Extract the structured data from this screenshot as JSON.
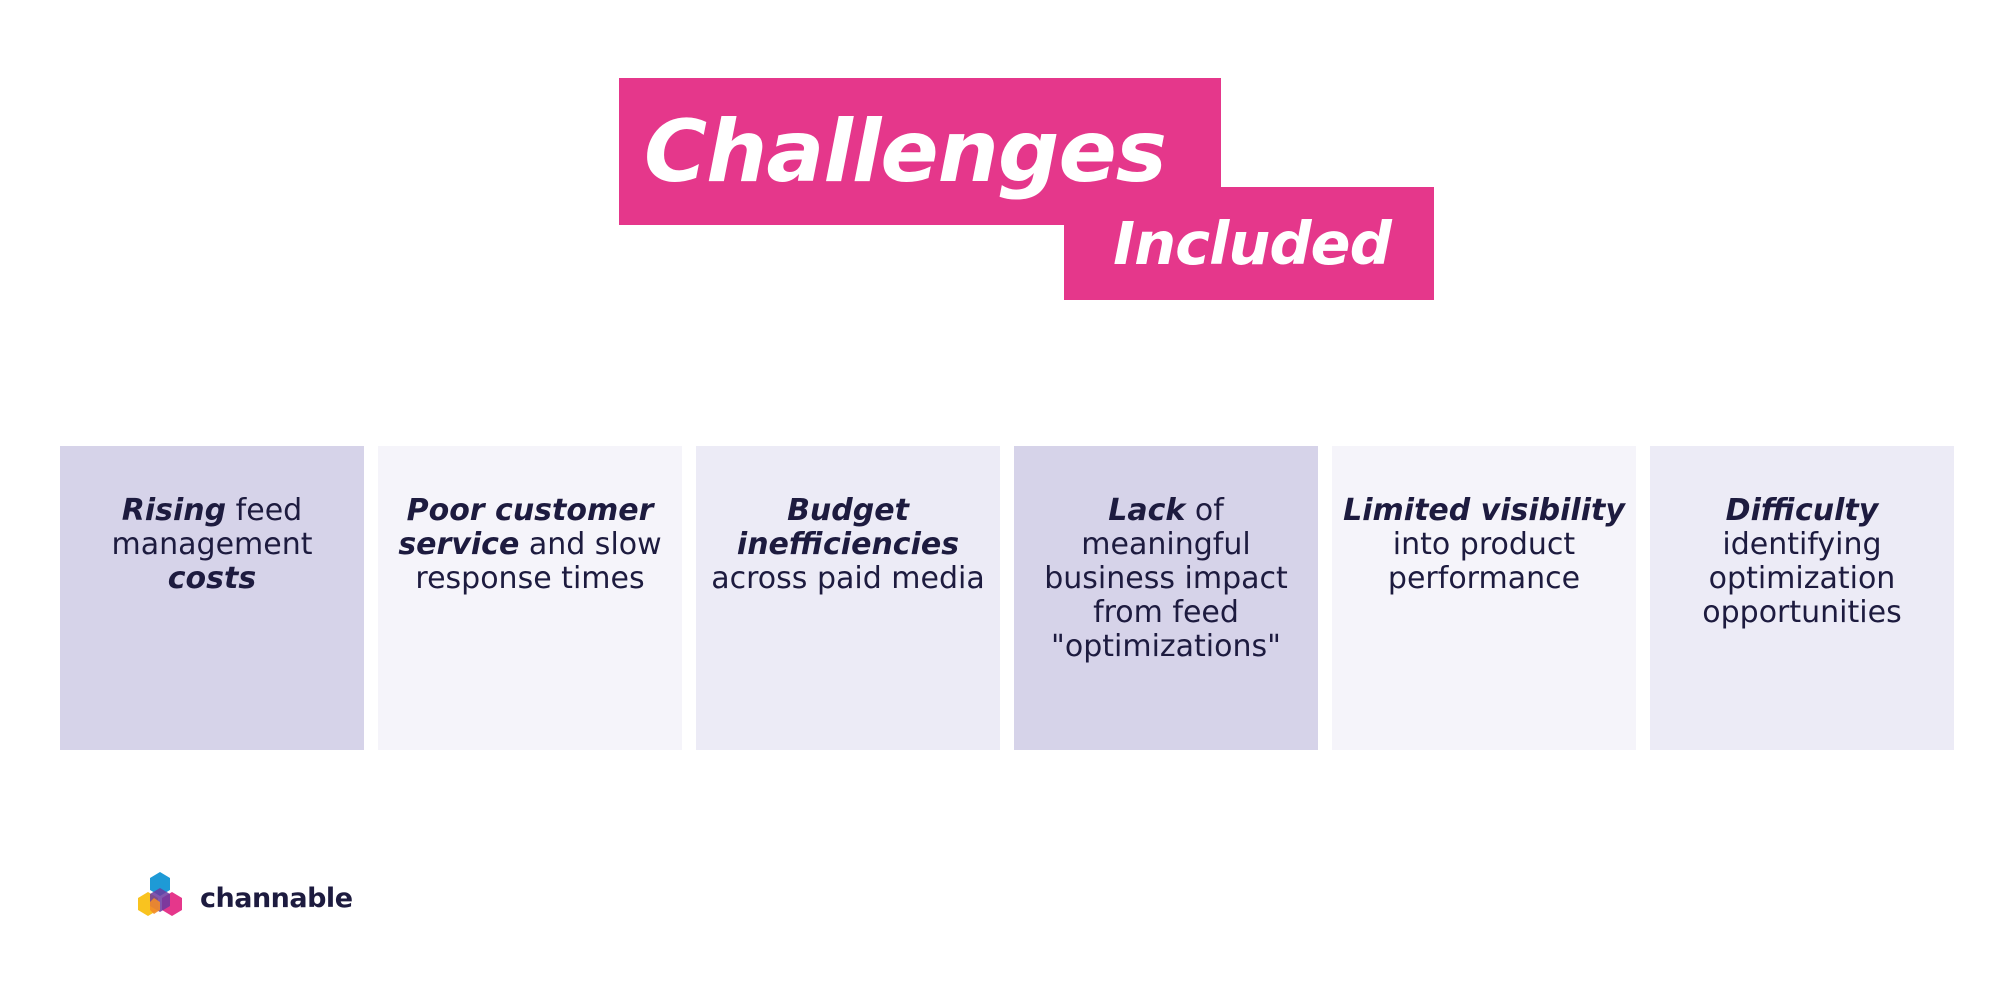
{
  "title": {
    "main": "Challenges",
    "sub": "Included"
  },
  "colors": {
    "accent": "#e5378b",
    "text": "#1d1b3f",
    "card_dark": "#d6d3e9",
    "card_light": "#f5f4fa",
    "card_mid": "#ecebf6"
  },
  "cards": [
    {
      "part1": "Rising",
      "part2": " feed management ",
      "part3": "costs",
      "part4": ""
    },
    {
      "part1": "Poor customer service",
      "part2": " and slow response times",
      "part3": "",
      "part4": ""
    },
    {
      "part1": "Budget inefficiencies",
      "part2": " across paid media",
      "part3": "",
      "part4": ""
    },
    {
      "part1": "Lack",
      "part2": " of meaningful business impact from feed \"optimizations\"",
      "part3": "",
      "part4": ""
    },
    {
      "part1": "Limited visibility",
      "part2": " into product performance",
      "part3": "",
      "part4": ""
    },
    {
      "part1": "Difficulty",
      "part2": " identifying optimization opportunities",
      "part3": "",
      "part4": ""
    }
  ],
  "logo": {
    "icon": "channable-hexagon-logo-icon",
    "name": "channable"
  }
}
